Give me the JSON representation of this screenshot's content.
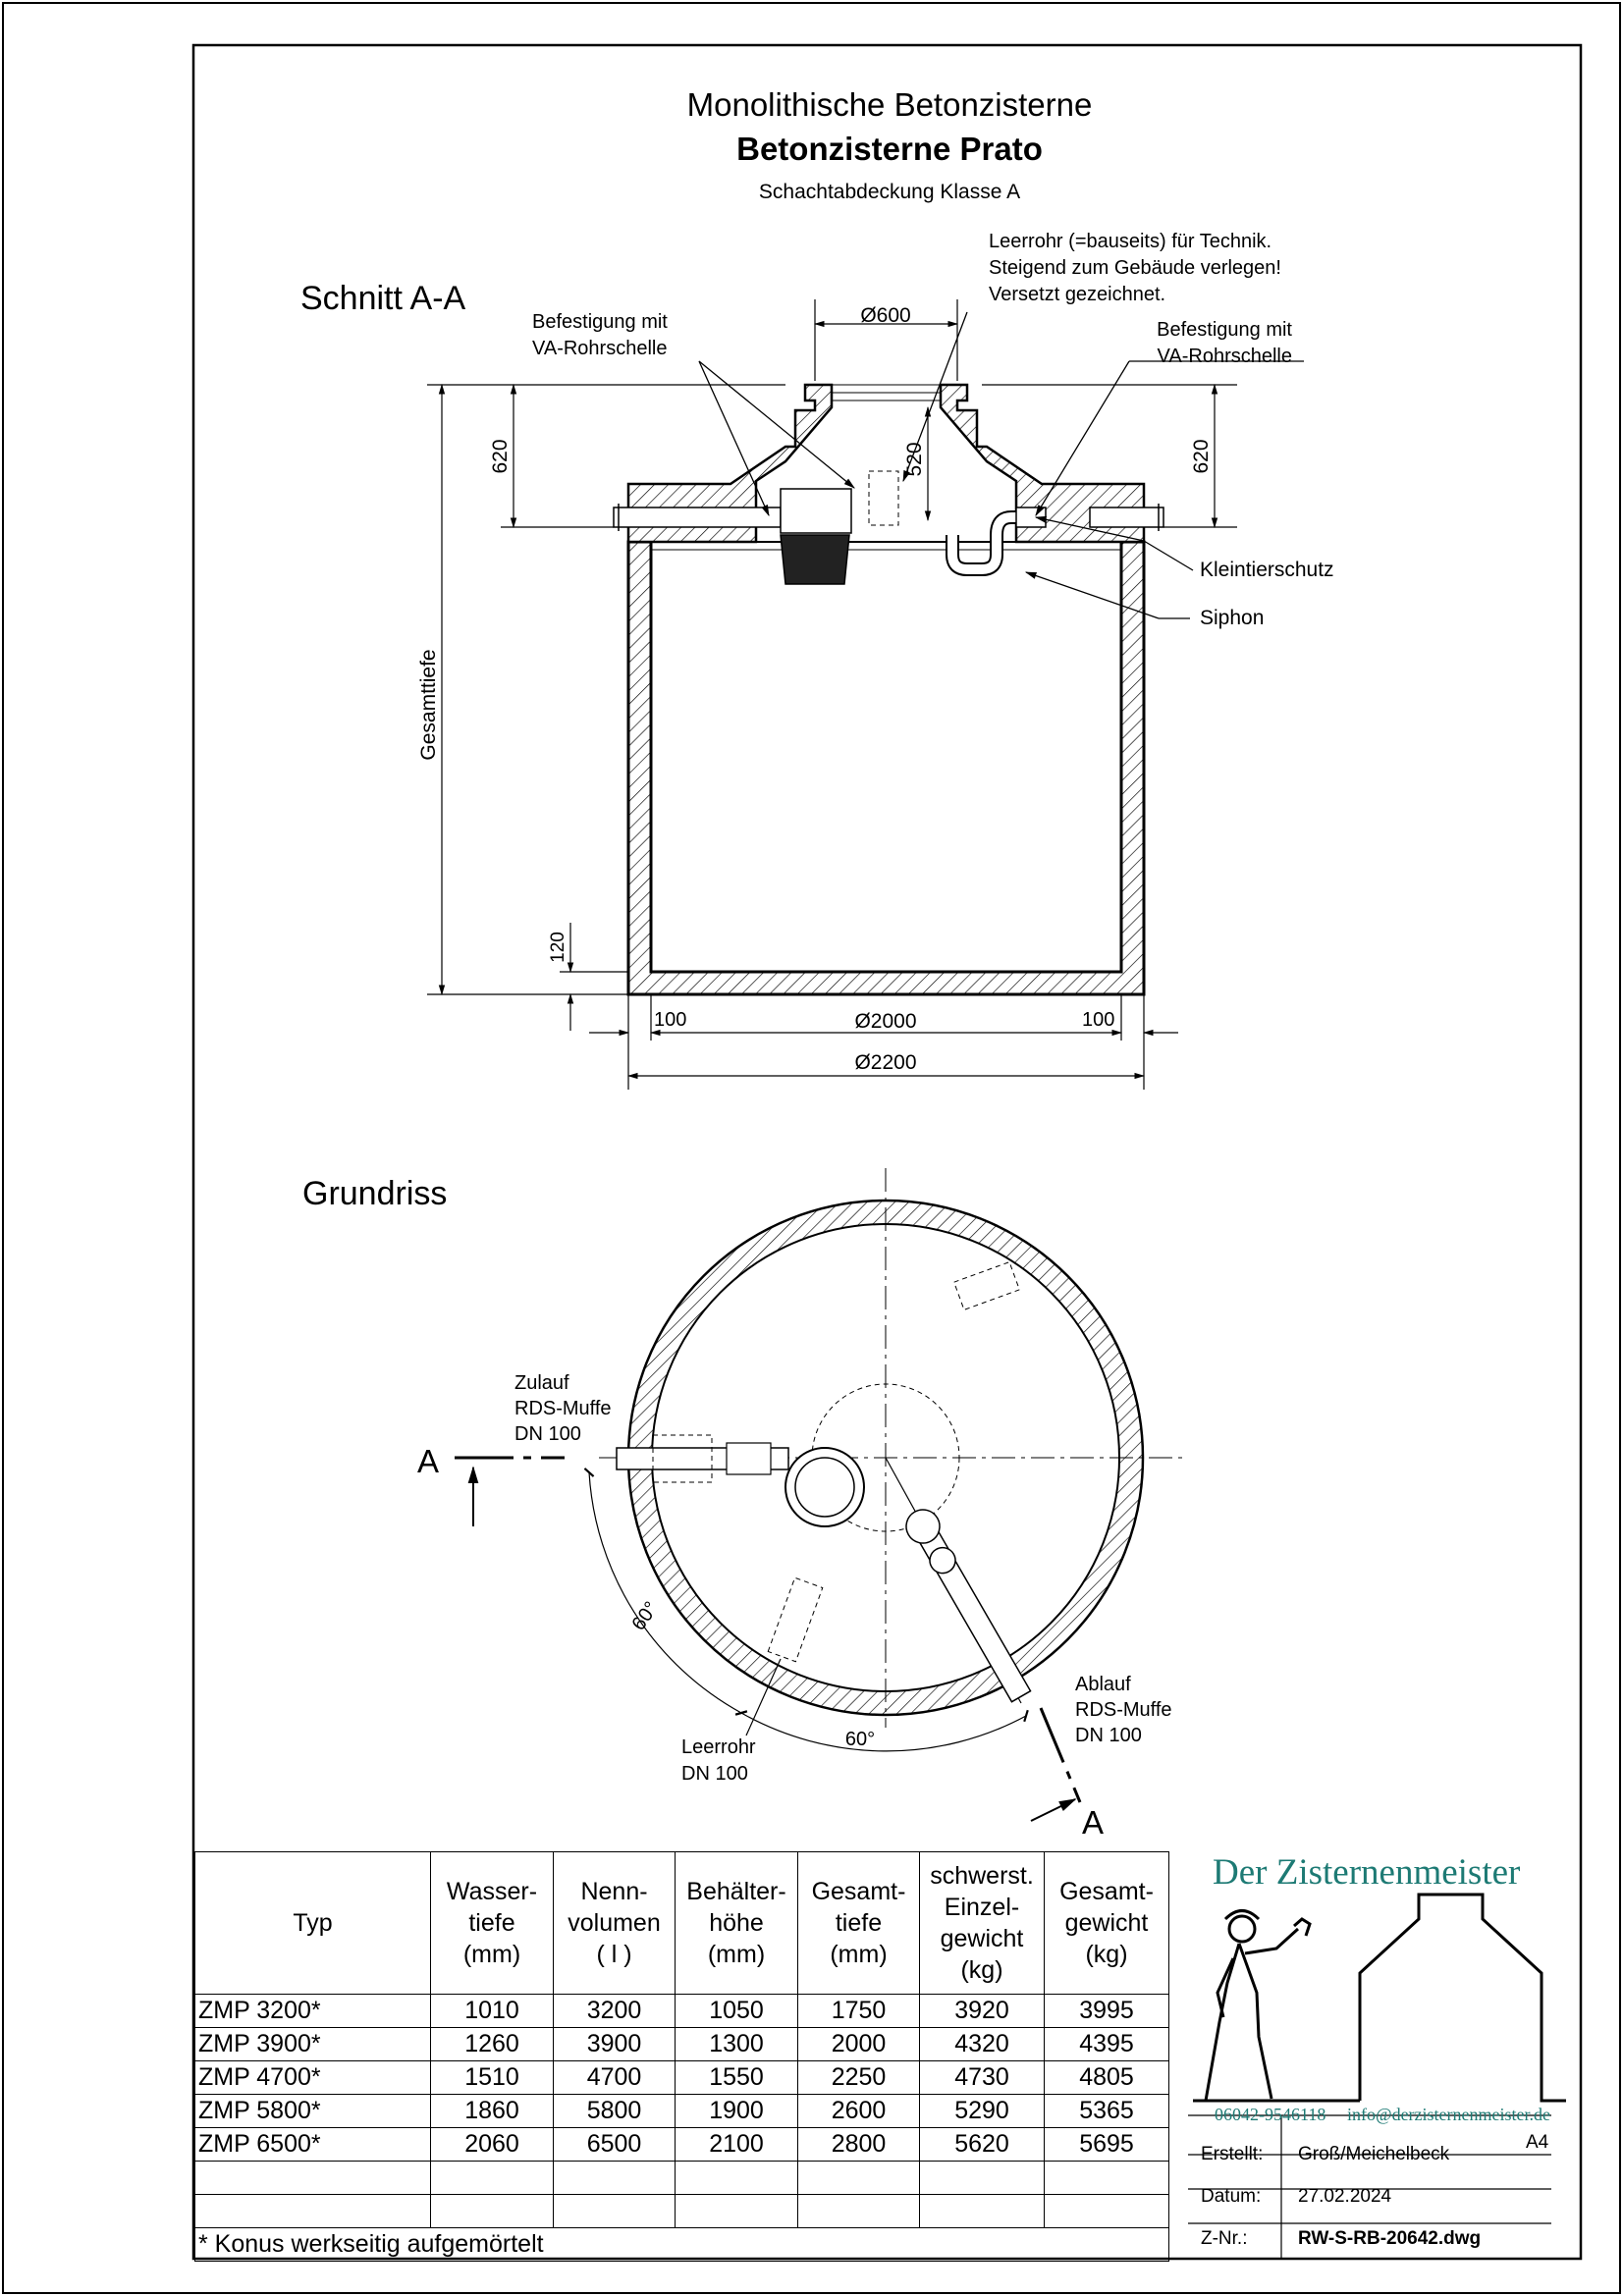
{
  "title": {
    "line1": "Monolithische Betonzisterne",
    "line2": "Betonzisterne Prato",
    "line3": "Schachtabdeckung Klasse A"
  },
  "section": {
    "heading": "Schnitt A-A",
    "label_befestigung_left": [
      "Befestigung mit",
      "VA-Rohrschelle"
    ],
    "label_befestigung_right": [
      "Befestigung mit",
      "VA-Rohrschelle"
    ],
    "label_leerrohr": [
      "Leerrohr (=bauseits) für Technik.",
      "Steigend zum Gebäude verlegen!",
      "Versetzt gezeichnet."
    ],
    "label_kleintierschutz": "Kleintierschutz",
    "label_siphon": "Siphon",
    "dim_opening": "Ø600",
    "dim_620_left": "620",
    "dim_620_right": "620",
    "dim_520": "520",
    "dim_gesamttiefe": "Gesamttiefe",
    "dim_120": "120",
    "dim_100_left": "100",
    "dim_100_right": "100",
    "dim_inner": "Ø2000",
    "dim_outer": "Ø2200"
  },
  "plan": {
    "heading": "Grundriss",
    "zulauf": [
      "Zulauf",
      "RDS-Muffe",
      "DN 100"
    ],
    "ablauf": [
      "Ablauf",
      "RDS-Muffe",
      "DN 100"
    ],
    "leerrohr": [
      "Leerrohr",
      "DN 100"
    ],
    "angle_left": "60°",
    "angle_bottom": "60°",
    "cut_label_left": "A",
    "cut_label_right": "A"
  },
  "table": {
    "headers": [
      [
        "Typ"
      ],
      [
        "Wasser-",
        "tiefe",
        "(mm)"
      ],
      [
        "Nenn-",
        "volumen",
        "( l )"
      ],
      [
        "Behälter-",
        "höhe",
        "(mm)"
      ],
      [
        "Gesamt-",
        "tiefe",
        "(mm)"
      ],
      [
        "schwerst.",
        "Einzel-",
        "gewicht",
        "(kg)"
      ],
      [
        "Gesamt-",
        "gewicht",
        "(kg)"
      ]
    ],
    "rows": [
      [
        "ZMP 3200*",
        "1010",
        "3200",
        "1050",
        "1750",
        "3920",
        "3995"
      ],
      [
        "ZMP 3900*",
        "1260",
        "3900",
        "1300",
        "2000",
        "4320",
        "4395"
      ],
      [
        "ZMP 4700*",
        "1510",
        "4700",
        "1550",
        "2250",
        "4730",
        "4805"
      ],
      [
        "ZMP 5800*",
        "1860",
        "5800",
        "1900",
        "2600",
        "5290",
        "5365"
      ],
      [
        "ZMP 6500*",
        "2060",
        "6500",
        "2100",
        "2800",
        "5620",
        "5695"
      ],
      [
        "",
        "",
        "",
        "",
        "",
        "",
        ""
      ],
      [
        "",
        "",
        "",
        "",
        "",
        "",
        ""
      ]
    ],
    "footnote": "* Konus werkseitig aufgemörtelt"
  },
  "titleblock": {
    "company": "Der Zisternenmeister",
    "phone": "06042-9546118",
    "email": "info@derzisternenmeister.de",
    "format": "A4",
    "erstellt_label": "Erstellt:",
    "erstellt_value": "Groß/Meichelbeck",
    "datum_label": "Datum:",
    "datum_value": "27.02.2024",
    "znr_label": "Z-Nr.:",
    "znr_value": "RW-S-RB-20642.dwg"
  },
  "colors": {
    "line": "#000000",
    "logo": "#1d7a74",
    "fitting": "#444444"
  }
}
